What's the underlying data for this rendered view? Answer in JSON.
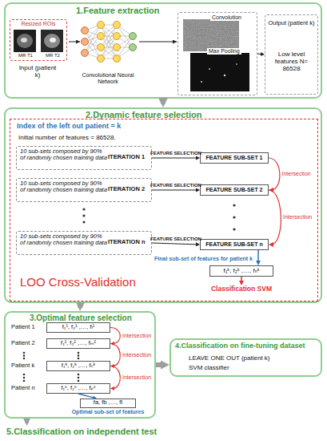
{
  "diagram": {
    "nodes": [
      {
        "text": [
          "1.Feature extraction"
        ]
      },
      {
        "text": [
          "Resized ROIs",
          "MR T1",
          "MR T2"
        ],
        "in": 0
      },
      {
        "text": [
          "Convolution",
          "Max Pooling"
        ],
        "in": 0
      },
      {
        "text": [
          "Output (patient k)",
          "Low level features N= 86528"
        ],
        "in": 0
      },
      {
        "text": [
          "2.Dynamic feature selection"
        ]
      },
      {
        "text": [
          "Index of the left out patient = k",
          "Initial number of features = 86528.",
          "LOO Cross-Validation"
        ],
        "in": 4
      },
      {
        "text": [
          "10 sub-sets composed by 90% of randomly chosen training data",
          "ITERATION 1"
        ],
        "in": 5
      },
      {
        "text": [
          "10 sub-sets composed by 90% of randomly chosen training data",
          "ITERATION 2"
        ],
        "in": 5
      },
      {
        "text": [
          "10 sub-sets composed by 90% of randomly chosen training data",
          "ITERATION n"
        ],
        "in": 5
      },
      {
        "text": [
          "FEATURE SUB-SET 1"
        ],
        "in": 5
      },
      {
        "text": [
          "FEATURE SUB-SET 2"
        ],
        "in": 5
      },
      {
        "text": [
          "FEATURE SUB-SET n"
        ],
        "in": 5
      },
      {
        "text": [
          "Final sub-set of features for patient k",
          "f₁ᵏ, f₂ᵏ ,…, fₙᵏ"
        ],
        "in": 5
      },
      {
        "text": [
          "Classification SVM"
        ],
        "in": 5
      },
      {
        "text": [
          "3.Optimal feature selection"
        ]
      },
      {
        "text": [
          "Patient 1",
          "f₁¹, f₂¹ ,…, fₗ¹"
        ],
        "in": 14
      },
      {
        "text": [
          "Patient 2",
          "f₁², f₂² ,…, fₘ²"
        ],
        "in": 14
      },
      {
        "text": [
          "Patient k",
          "f₁ᵏ, f₂ᵏ ,…, fₙᵏ"
        ],
        "in": 14
      },
      {
        "text": [
          "Patient n",
          "f₁ⁿ, f₂ⁿ ,…, fₚⁿ"
        ],
        "in": 14
      },
      {
        "text": [
          "Optimal sub-set of features",
          "fa, fb ,…, fl"
        ],
        "in": 14
      },
      {
        "text": [
          "4.Classification on fine-tuning dataset",
          "LEAVE ONE OUT (patient k)",
          "SVM classifier"
        ]
      },
      {
        "text": [
          "5.Classification on independent test"
        ]
      }
    ],
    "edges": [
      {
        "from": 2,
        "to": 3,
        "arrow": "to"
      },
      {
        "from": 0,
        "to": 4,
        "arrow": "to"
      },
      {
        "from": 6,
        "to": 9,
        "label": "FEATURE SELECTION",
        "arrow": "to"
      },
      {
        "from": 7,
        "to": 10,
        "label": "FEATURE SELECTION",
        "arrow": "to"
      },
      {
        "from": 8,
        "to": 11,
        "label": "FEATURE SELECTION",
        "arrow": "to"
      },
      {
        "from": 9,
        "to": 10,
        "label": "Intersection",
        "arrow": "to"
      },
      {
        "from": 10,
        "to": 11,
        "label": "Intersection",
        "arrow": "to"
      },
      {
        "from": 11,
        "to": 12,
        "arrow": "to"
      },
      {
        "from": 12,
        "to": 13,
        "arrow": "to"
      },
      {
        "from": 4,
        "to": 14,
        "arrow": "to"
      },
      {
        "from": 15,
        "to": 16,
        "label": "Intersection",
        "arrow": "to"
      },
      {
        "from": 16,
        "to": 17,
        "label": "Intersection",
        "arrow": "to"
      },
      {
        "from": 17,
        "to": 18,
        "label": "Intersection",
        "arrow": "to"
      },
      {
        "from": 18,
        "to": 19,
        "arrow": "to"
      },
      {
        "from": 14,
        "to": 20,
        "arrow": "to"
      },
      {
        "from": 14,
        "to": 21,
        "arrow": "to"
      }
    ],
    "labels": [
      "Input (patient k)",
      "Convolutional Neural Network"
    ]
  }
}
